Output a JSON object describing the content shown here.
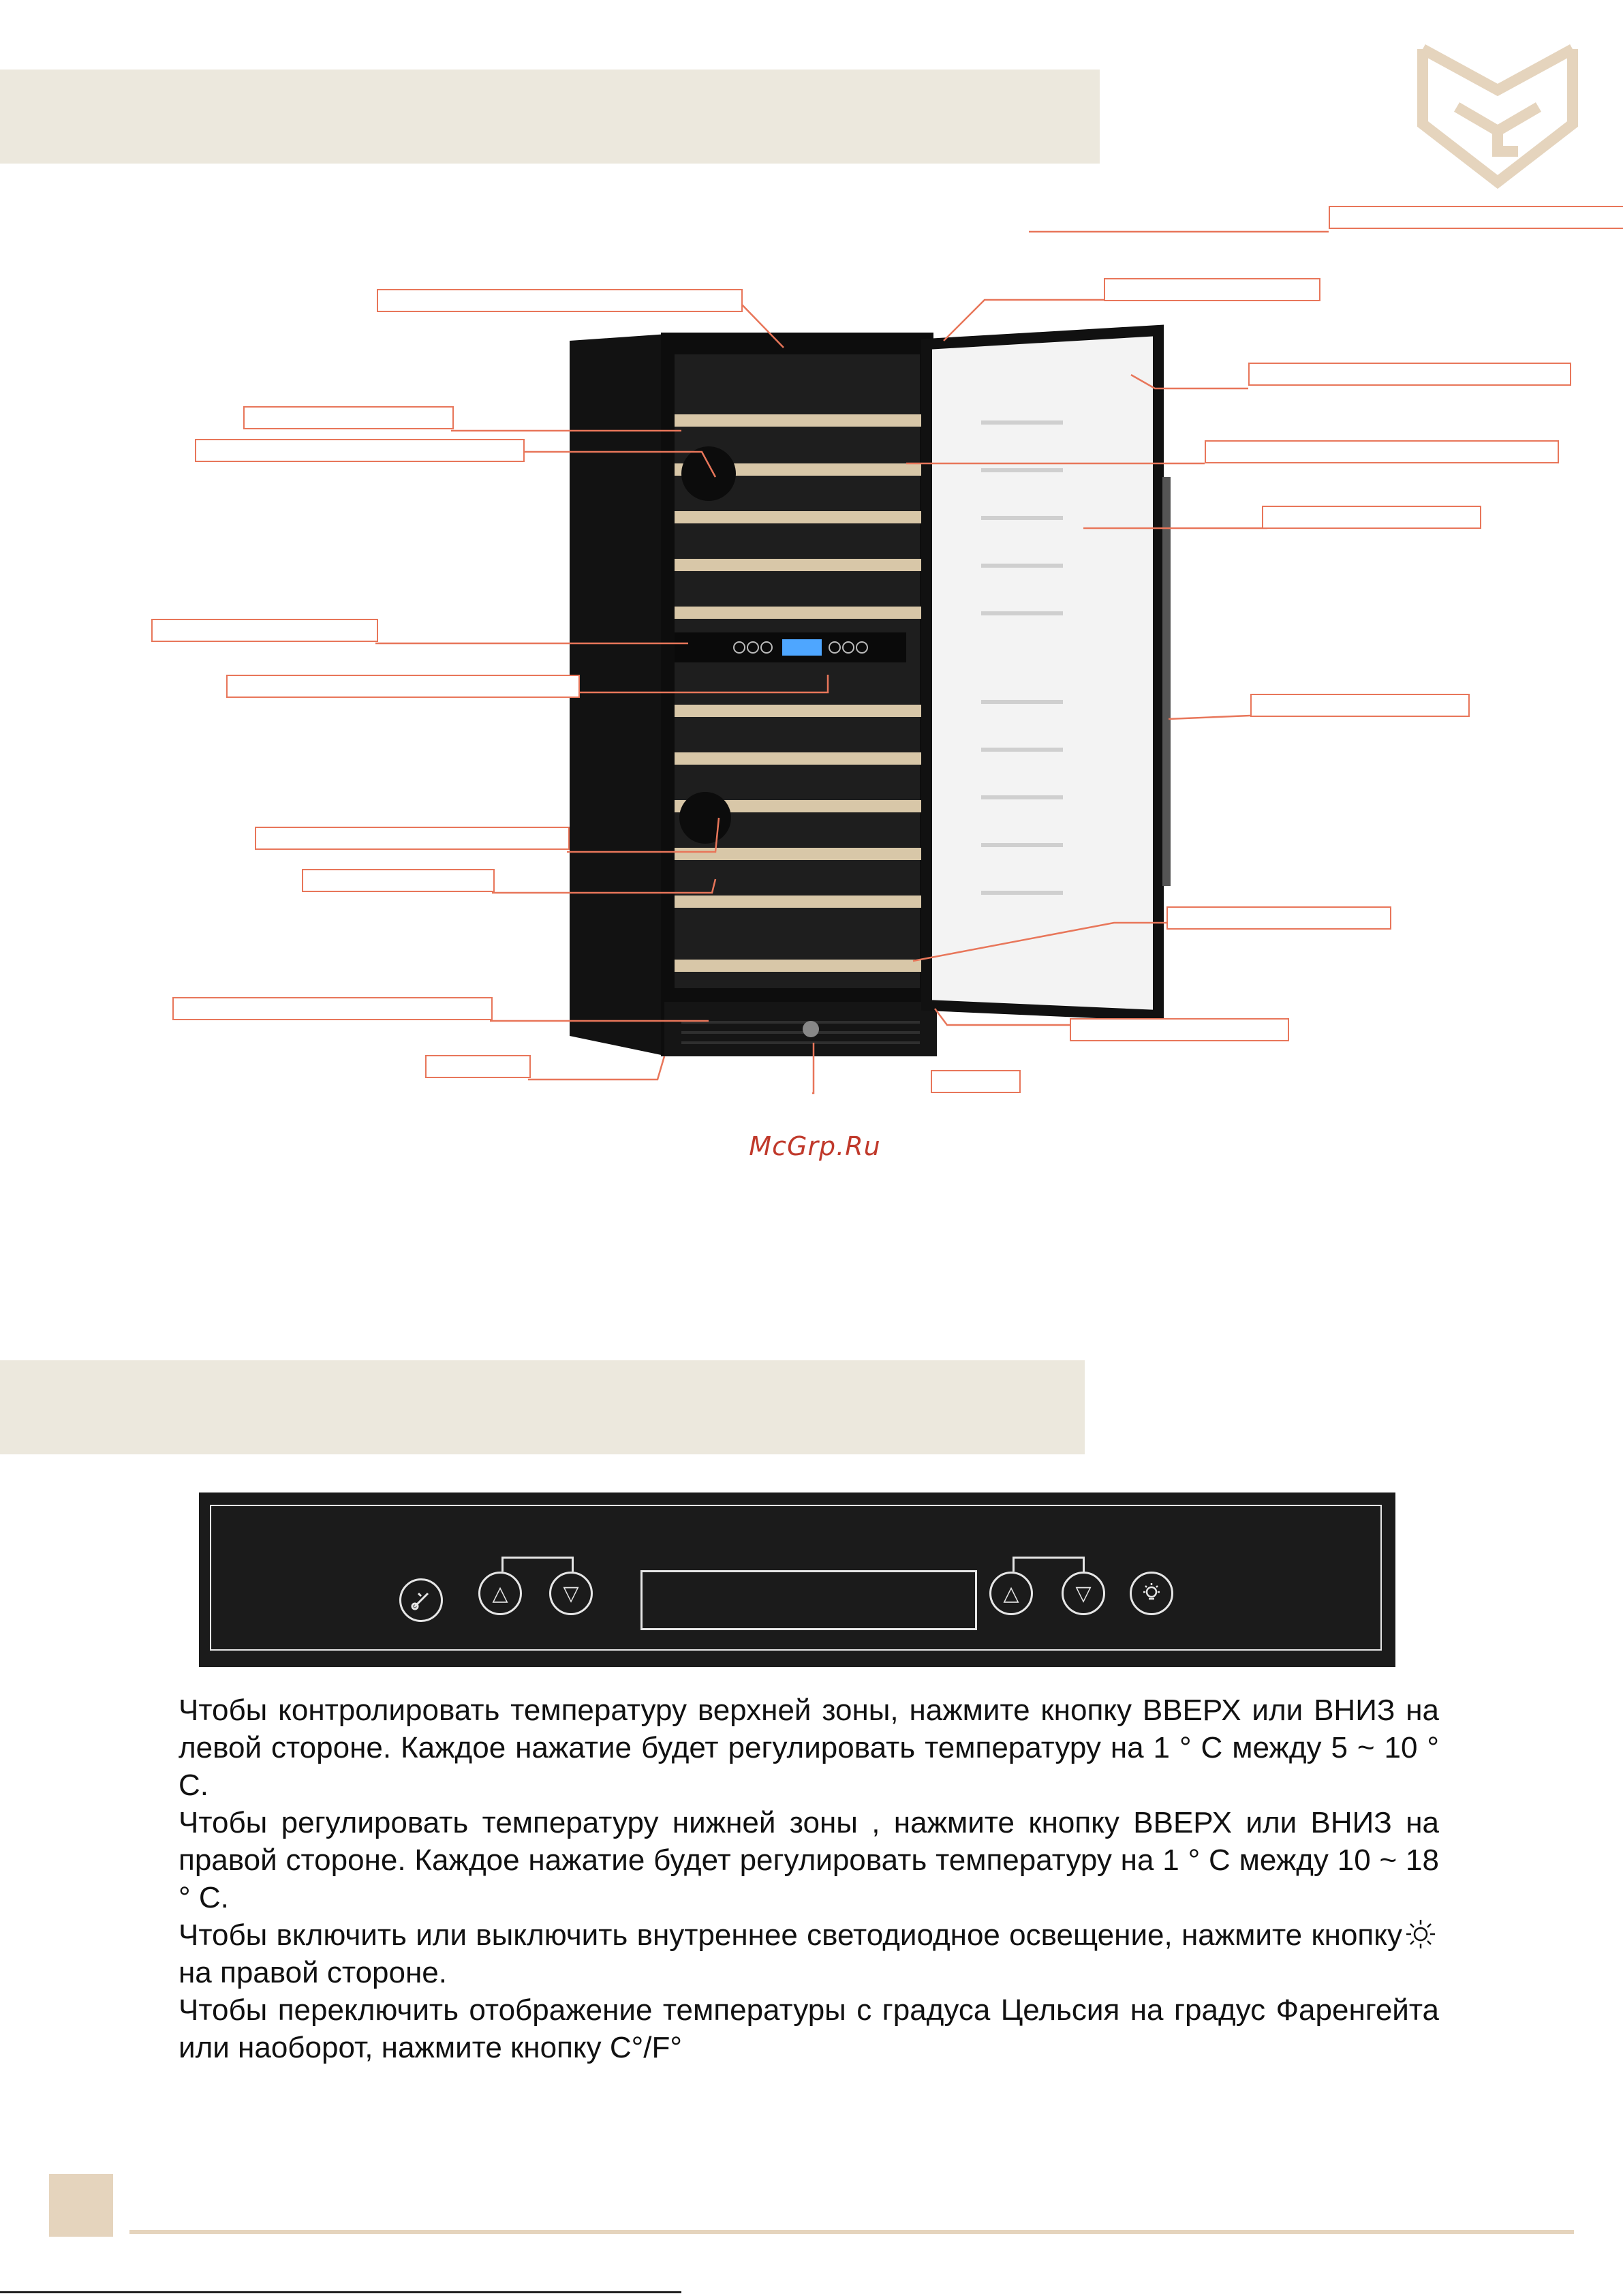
{
  "logo": {
    "icon": "brand-shield-logo",
    "color": "#e5d4bd"
  },
  "header_band_top": {
    "title": ""
  },
  "header_band_mid": {
    "title": ""
  },
  "diagram": {
    "icon": "dual-zone-wine-cabinet",
    "callout_color": "#e8765a",
    "watermark": "McGrp.Ru"
  },
  "control_panel": {
    "buttons": [
      {
        "name": "celsius-fahrenheit-button",
        "icon": "thermometer-icon"
      },
      {
        "name": "upper-zone-up-button",
        "icon": "triangle-up-icon",
        "glyph": "△"
      },
      {
        "name": "upper-zone-down-button",
        "icon": "triangle-down-icon",
        "glyph": "▽"
      },
      {
        "name": "lower-zone-up-button",
        "icon": "triangle-up-icon",
        "glyph": "△"
      },
      {
        "name": "lower-zone-down-button",
        "icon": "triangle-down-icon",
        "glyph": "▽"
      },
      {
        "name": "light-button",
        "icon": "light-bulb-icon"
      }
    ]
  },
  "instructions": {
    "p1": "Чтобы контролировать температуру верхней зоны, нажмите кнопку ВВЕРХ или ВНИЗ на левой стороне. Каждое нажатие будет регулировать температуру на 1 ° С между 5 ~ 10 ° С.",
    "p2": "Чтобы регулировать температуру нижней зоны , нажмите кнопку ВВЕРХ или ВНИЗ на правой стороне. Каждое нажатие будет регулировать температуру на 1 ° С между 10 ~ 18 ° С.",
    "p3_before": "Чтобы включить или выключить внутреннее светодиодное освещение, нажмите кнопку",
    "p3_icon": "light-sun-icon",
    "p3_after": "на правой стороне.",
    "p4": "Чтобы переключить отображение температуры с градуса Цельсия на градус Фаренгейта или наоборот, нажмите кнопку С°/F°"
  },
  "footer": {
    "accent_color": "#e5d4bd",
    "page_number": ""
  }
}
